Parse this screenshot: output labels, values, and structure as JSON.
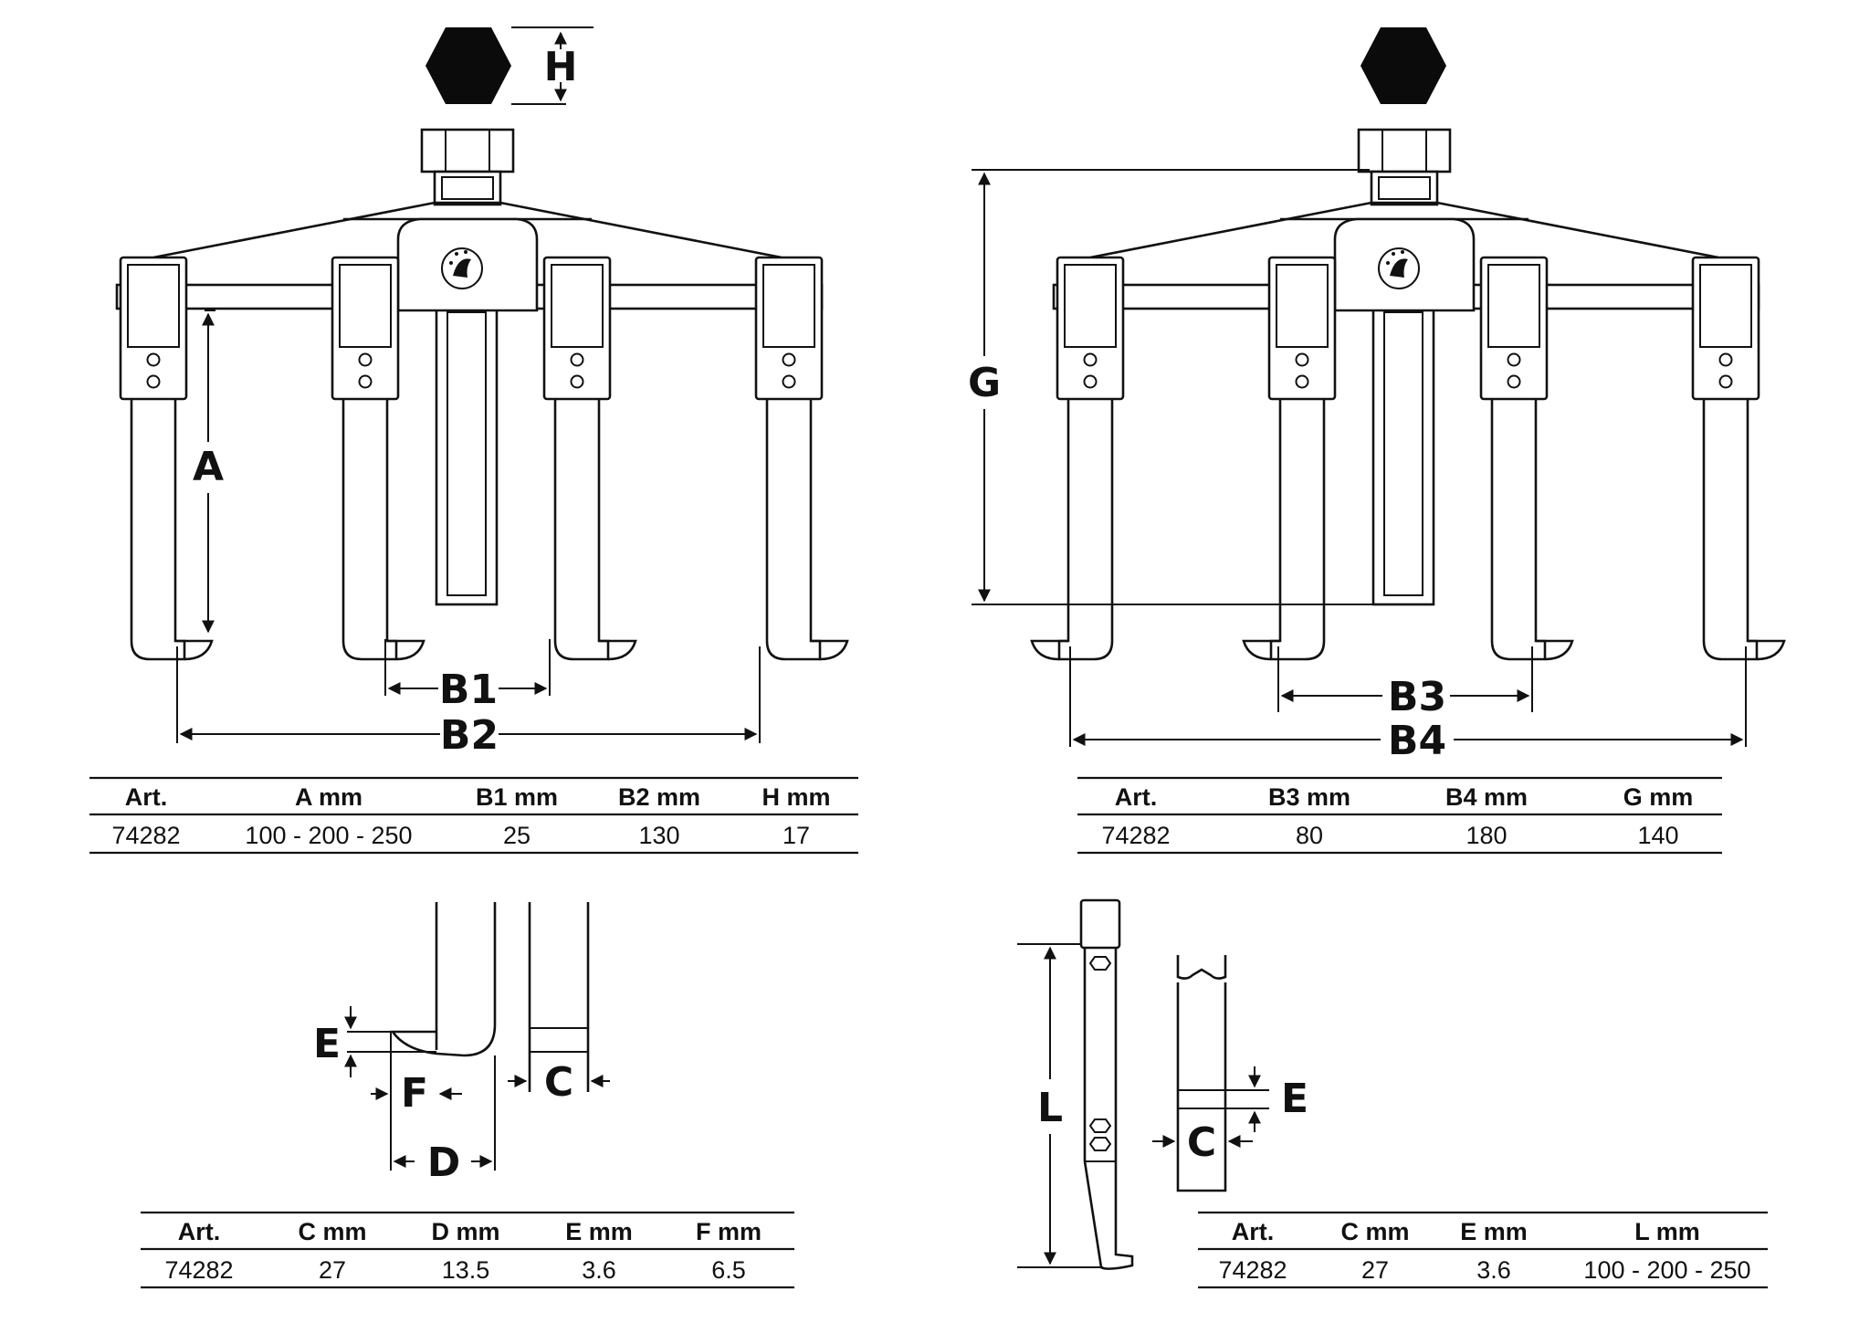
{
  "labels": {
    "H": "H",
    "A": "A",
    "B1": "B1",
    "B2": "B2",
    "G": "G",
    "B3": "B3",
    "B4": "B4",
    "E": "E",
    "F": "F",
    "D": "D",
    "C": "C",
    "L": "L",
    "E2": "E",
    "C2": "C"
  },
  "tables": [
    {
      "headers": [
        "Art.",
        "A mm",
        "B1 mm",
        "B2 mm",
        "H mm"
      ],
      "rows": [
        [
          "74282",
          "100 - 200 - 250",
          "25",
          "130",
          "17"
        ]
      ]
    },
    {
      "headers": [
        "Art.",
        "B3 mm",
        "B4 mm",
        "G mm"
      ],
      "rows": [
        [
          "74282",
          "80",
          "180",
          "140"
        ]
      ]
    },
    {
      "headers": [
        "Art.",
        "C mm",
        "D mm",
        "E mm",
        "F mm"
      ],
      "rows": [
        [
          "74282",
          "27",
          "13.5",
          "3.6",
          "6.5"
        ]
      ]
    },
    {
      "headers": [
        "Art.",
        "C mm",
        "E mm",
        "L mm"
      ],
      "rows": [
        [
          "74282",
          "27",
          "3.6",
          "100 - 200 - 250"
        ]
      ]
    }
  ],
  "colors": {
    "ink": "#111111",
    "background": "#ffffff"
  },
  "icons": [
    "hex-nut-icon",
    "brand-logo-icon"
  ]
}
